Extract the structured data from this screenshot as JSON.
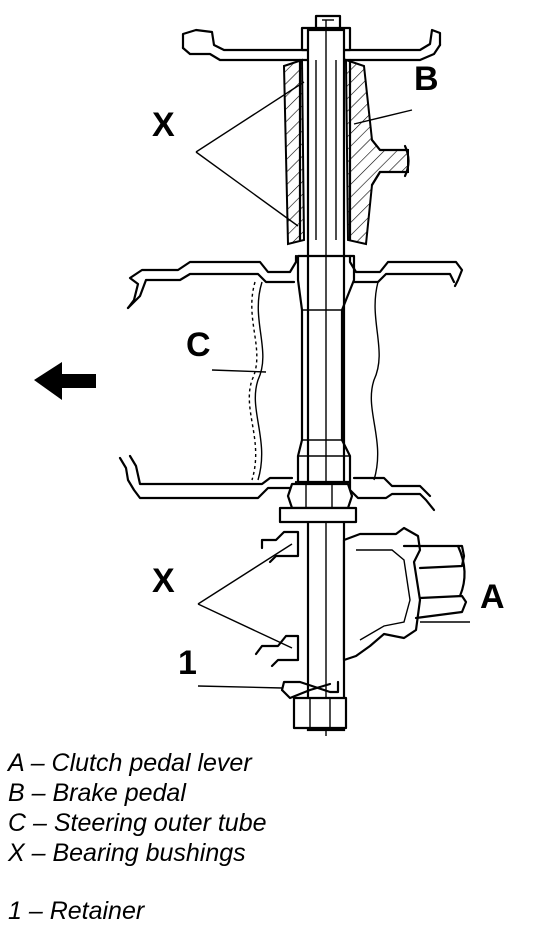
{
  "callouts": {
    "a": "A",
    "b": "B",
    "c": "C",
    "x_upper": "X",
    "x_lower": "X",
    "one": "1"
  },
  "legend": {
    "items": [
      "A – Clutch pedal lever",
      "B – Brake pedal",
      "C – Steering outer tube",
      "X – Bearing bushings"
    ],
    "retainer": "1 – Retainer"
  },
  "icons": {
    "direction_arrow": "arrow-left-icon"
  }
}
